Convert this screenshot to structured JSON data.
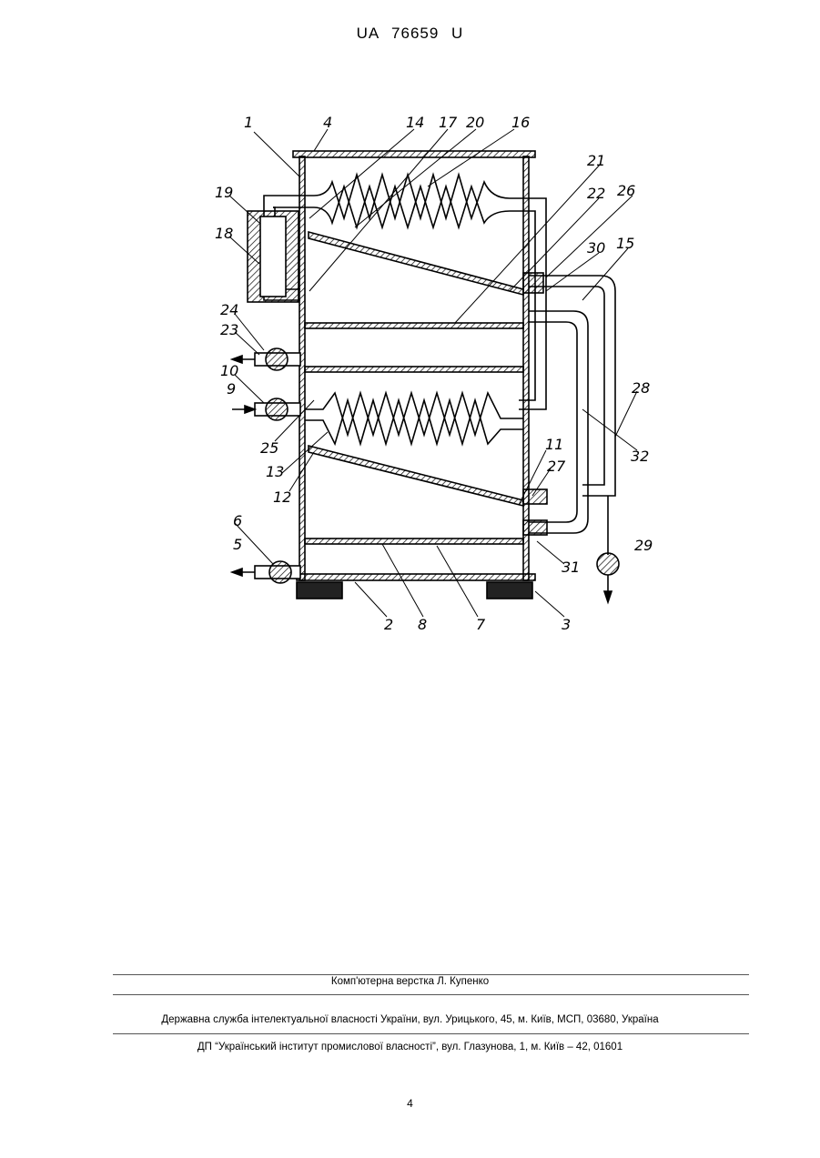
{
  "header": {
    "patent_number": "UA   76659   U"
  },
  "drawing": {
    "labels": [
      "1",
      "4",
      "14",
      "17",
      "20",
      "16",
      "21",
      "22",
      "26",
      "30",
      "15",
      "19",
      "18",
      "24",
      "23",
      "10",
      "9",
      "25",
      "13",
      "12",
      "11",
      "27",
      "28",
      "32",
      "29",
      "6",
      "5",
      "31",
      "2",
      "8",
      "7",
      "3"
    ]
  },
  "footer": {
    "layout_credit": "Комп'ютерна верстка Л. Купенко",
    "agency": "Державна служба інтелектуальної власності України, вул. Урицького, 45, м. Київ, МСП, 03680, Україна",
    "institute": "ДП “Український інститут промислової власності”, вул. Глазунова, 1, м. Київ – 42, 01601"
  },
  "page_number": "4"
}
